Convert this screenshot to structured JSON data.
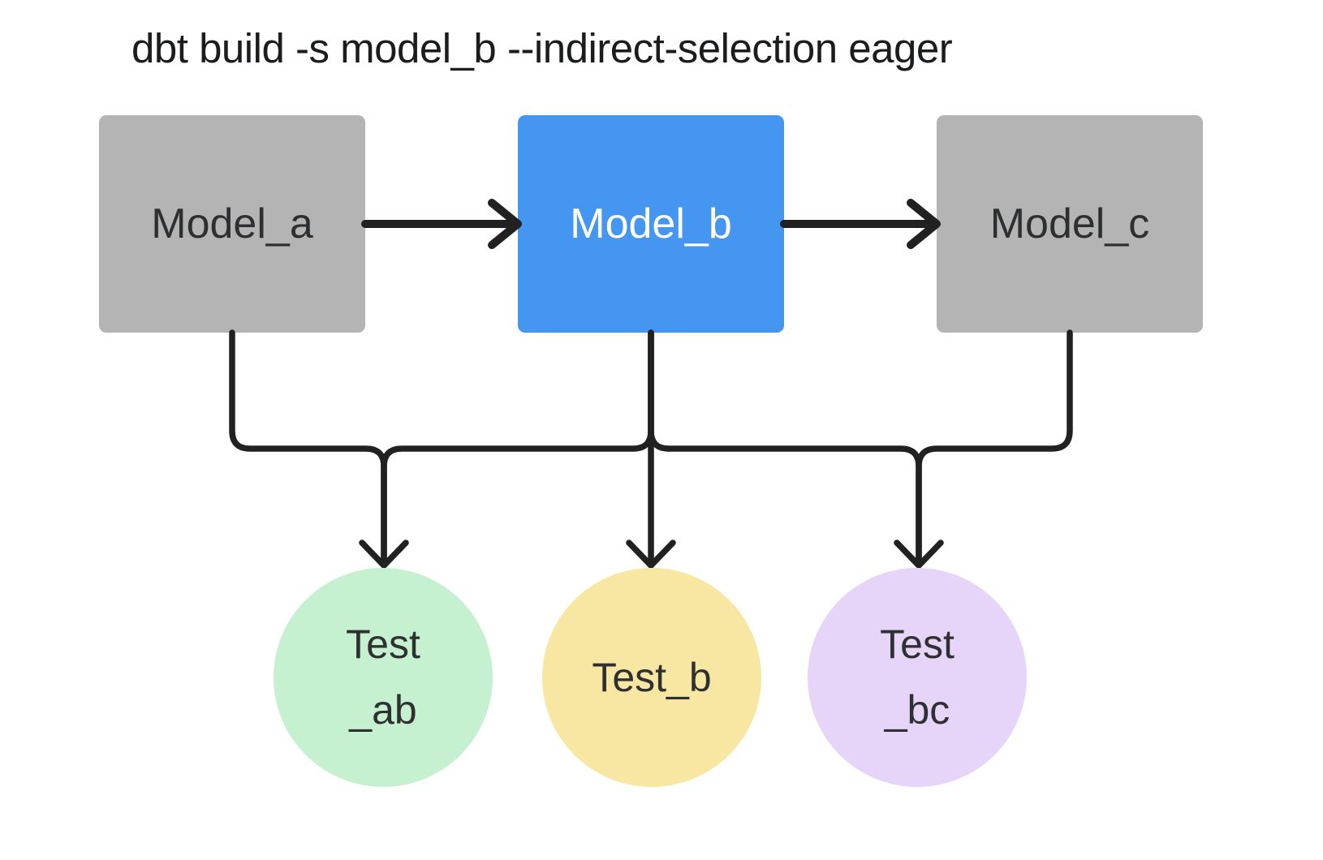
{
  "title": "dbt build -s model_b --indirect-selection eager",
  "models": [
    {
      "id": "model_a",
      "label": "Model_a",
      "variant": "unselected",
      "fill": "#b4b4b4",
      "text_color": "#2d2f31"
    },
    {
      "id": "model_b",
      "label": "Model_b",
      "variant": "selected",
      "fill": "#4596f1",
      "text_color": "#ffffff"
    },
    {
      "id": "model_c",
      "label": "Model_c",
      "variant": "unselected",
      "fill": "#b4b4b4",
      "text_color": "#2d2f31"
    }
  ],
  "tests": [
    {
      "id": "test_ab",
      "label": "Test_ab",
      "lines": [
        "Test",
        "_ab"
      ],
      "fill": "#c5f1d0"
    },
    {
      "id": "test_b",
      "label": "Test_b",
      "lines": [
        "Test_b"
      ],
      "fill": "#f8e7a3"
    },
    {
      "id": "test_bc",
      "label": "Test_bc",
      "lines": [
        "Test",
        "_bc"
      ],
      "fill": "#e6d4f9"
    }
  ],
  "edges": [
    {
      "from": "model_a",
      "to": "model_b",
      "type": "model-dependency"
    },
    {
      "from": "model_b",
      "to": "model_c",
      "type": "model-dependency"
    },
    {
      "from": "model_a",
      "to": "test_ab",
      "type": "test"
    },
    {
      "from": "model_b",
      "to": "test_ab",
      "type": "test"
    },
    {
      "from": "model_b",
      "to": "test_b",
      "type": "test"
    },
    {
      "from": "model_b",
      "to": "test_bc",
      "type": "test"
    },
    {
      "from": "model_c",
      "to": "test_bc",
      "type": "test"
    }
  ],
  "colors": {
    "background": "#ffffff",
    "selected_model_blue": "#4596f1",
    "unselected_model_gray": "#b4b4b4",
    "test_green": "#c5f1d0",
    "test_yellow": "#f8e7a3",
    "test_purple": "#e6d4f9",
    "edge_stroke": "#212121",
    "title_text": "#1b1c1d"
  }
}
